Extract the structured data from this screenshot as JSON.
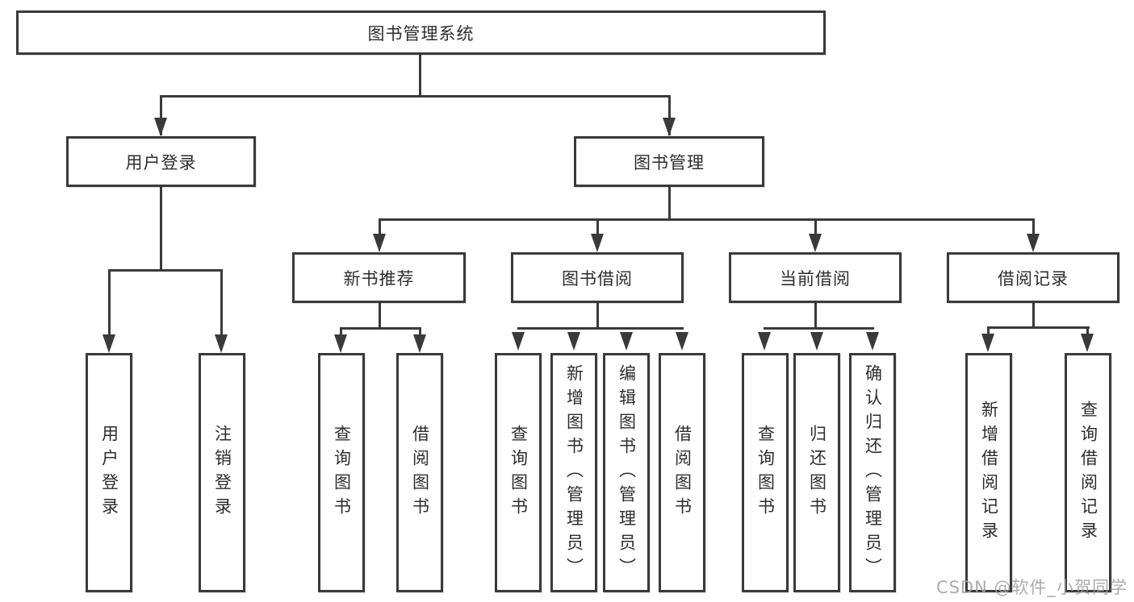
{
  "diagram_title": "图书管理系统",
  "tree": {
    "label": "图书管理系统",
    "children": [
      {
        "label": "用户登录",
        "children": [
          {
            "label": "用户登录"
          },
          {
            "label": "注销登录"
          }
        ]
      },
      {
        "label": "图书管理",
        "children": [
          {
            "label": "新书推荐",
            "children": [
              {
                "label": "查询图书"
              },
              {
                "label": "借阅图书"
              }
            ]
          },
          {
            "label": "图书借阅",
            "children": [
              {
                "label": "查询图书"
              },
              {
                "label": "新增图书（管理员）"
              },
              {
                "label": "编辑图书（管理员）"
              },
              {
                "label": "借阅图书"
              }
            ]
          },
          {
            "label": "当前借阅",
            "children": [
              {
                "label": "查询图书"
              },
              {
                "label": "归还图书"
              },
              {
                "label": "确认归还（管理员）"
              }
            ]
          },
          {
            "label": "借阅记录",
            "children": [
              {
                "label": "新增借阅记录"
              },
              {
                "label": "查询借阅记录"
              }
            ]
          }
        ]
      }
    ]
  },
  "watermark": "CSDN @软件_小贺同学",
  "colors": {
    "line": "#3a3a3a",
    "box_border": "#3a3a3a",
    "box_fill": "#ffffff",
    "text": "#2d2d2d",
    "watermark": "#9ea0a6",
    "background": "#ffffff"
  }
}
